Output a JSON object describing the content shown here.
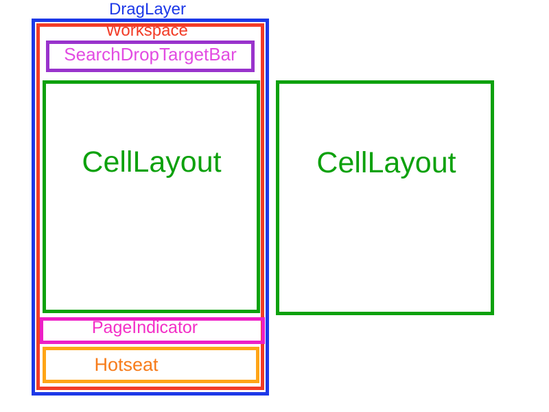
{
  "diagram": {
    "description": "Android launcher view hierarchy diagram",
    "nodes": {
      "drag_layer": {
        "label": "DragLayer",
        "color": "#1d39e8"
      },
      "workspace": {
        "label": "Workspace",
        "color": "#f23c27"
      },
      "search_drop_target_bar": {
        "label": "SearchDropTargetBar",
        "border_color": "#9933cc",
        "text_color": "#e24ce2"
      },
      "cell_layout_left": {
        "label": "CellLayout",
        "color": "#0da10d"
      },
      "cell_layout_right": {
        "label": "CellLayout",
        "color": "#0da10d"
      },
      "page_indicator": {
        "label": "PageIndicator",
        "border_color": "#ed1fc6",
        "text_color": "#f32fc7"
      },
      "hotseat": {
        "label": "Hotseat",
        "border_color": "#ffa517",
        "text_color": "#f77c1b"
      }
    },
    "background_color": "#ffffff"
  }
}
